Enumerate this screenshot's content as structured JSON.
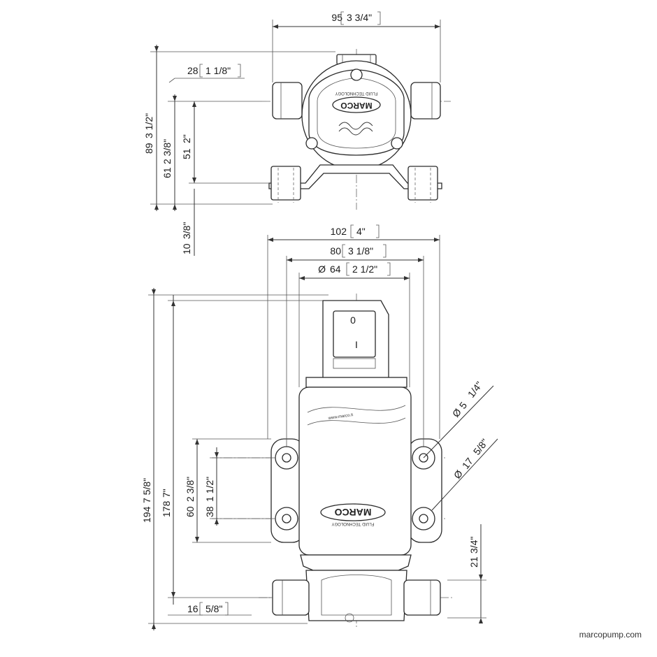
{
  "brand": {
    "logo_text": "MARCO",
    "tagline": "FLUID TECHNOLOGY",
    "label_url": "www.marco.it",
    "website": "marcopump.com"
  },
  "switch": {
    "on_symbol": "I",
    "off_symbol": "0"
  },
  "top_view": {
    "width": {
      "mm": "95",
      "in": "3 3/4\""
    },
    "top_offset": {
      "mm": "28",
      "in": "1 1/8\""
    },
    "overall_height": {
      "mm": "89",
      "in": "3 1/2\""
    },
    "axis_height": {
      "mm": "61",
      "in": "2 3/8\""
    },
    "foot_height": {
      "mm": "51",
      "in": "2\""
    },
    "foot_thickness": {
      "mm": "10",
      "in": "3/8\""
    }
  },
  "front_view": {
    "overall_width": {
      "mm": "102",
      "in": "4\""
    },
    "mount_spacing": {
      "mm": "80",
      "in": "3 1/8\""
    },
    "body_diameter": {
      "prefix": "Ø",
      "mm": "64",
      "in": "2 1/2\""
    },
    "hole_diameter": {
      "prefix": "Ø",
      "mm": "5",
      "in": "1/4\""
    },
    "boss_diameter": {
      "prefix": "Ø",
      "mm": "17",
      "in": "5/8\""
    },
    "overall_height": {
      "mm": "194",
      "in": "7 5/8\""
    },
    "body_height": {
      "mm": "178",
      "in": "7\""
    },
    "mount_outer": {
      "mm": "60",
      "in": "2 3/8\""
    },
    "mount_inner": {
      "mm": "38",
      "in": "1 1/2\""
    },
    "port_axis": {
      "mm": "21",
      "in": "3/4\""
    },
    "port_bottom": {
      "mm": "16",
      "in": "5/8\""
    }
  },
  "colors": {
    "line": "#333333",
    "background": "#ffffff"
  }
}
